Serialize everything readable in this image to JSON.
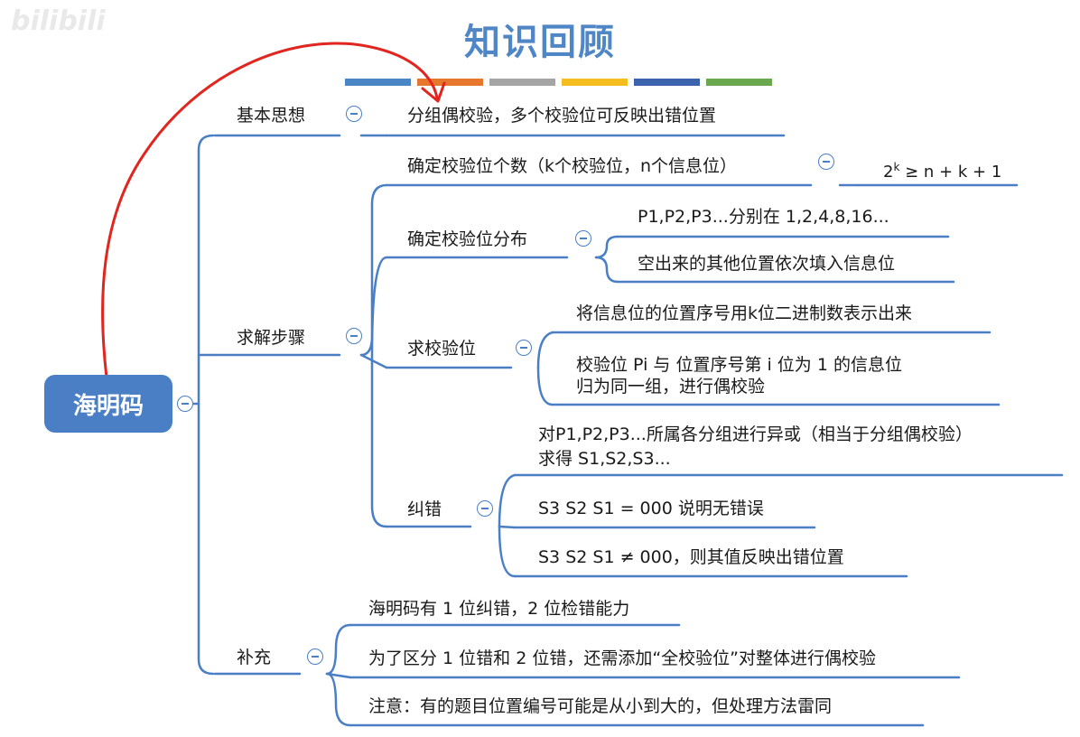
{
  "watermark": "bilibili",
  "title": "知识回顾",
  "color_bars": [
    "#4a86c5",
    "#e8772e",
    "#a5a5a5",
    "#f5bd1e",
    "#3b63ae",
    "#6aa84f"
  ],
  "root": {
    "label": "海明码"
  },
  "branches": {
    "basic": {
      "label": "基本思想",
      "child": "分组偶校验，多个校验位可反映出错位置"
    },
    "steps": {
      "label": "求解步骤",
      "count": {
        "label": "确定校验位个数（k个校验位，n个信息位）",
        "formula_base": "2",
        "formula_exp": "k",
        "formula_rest": " ≥ n + k + 1"
      },
      "distribution": {
        "label": "确定校验位分布",
        "items": [
          "P1,P2,P3...分别在 1,2,4,8,16...",
          "空出来的其他位置依次填入信息位"
        ]
      },
      "compute": {
        "label": "求校验位",
        "items": [
          "将信息位的位置序号用k位二进制数表示出来",
          "校验位 Pi     与    位置序号第 i 位为 1 的信息位",
          "归为同一组，进行偶校验"
        ]
      },
      "correct": {
        "label": "纠错",
        "items": [
          "对P1,P2,P3...所属各分组进行异或（相当于分组偶校验）",
          "求得 S1,S2,S3...",
          "S3 S2 S1 = 000 说明无错误",
          "S3 S2 S1 ≠ 000，则其值反映出错位置"
        ]
      }
    },
    "supplement": {
      "label": "补充",
      "items": [
        "海明码有 1 位纠错，2 位检错能力",
        "为了区分 1 位错和 2 位错，还需添加“全校验位”对整体进行偶校验",
        "注意：有的题目位置编号可能是从小到大的，但处理方法雷同"
      ]
    }
  },
  "annotation": {
    "color": "#e0261f"
  }
}
